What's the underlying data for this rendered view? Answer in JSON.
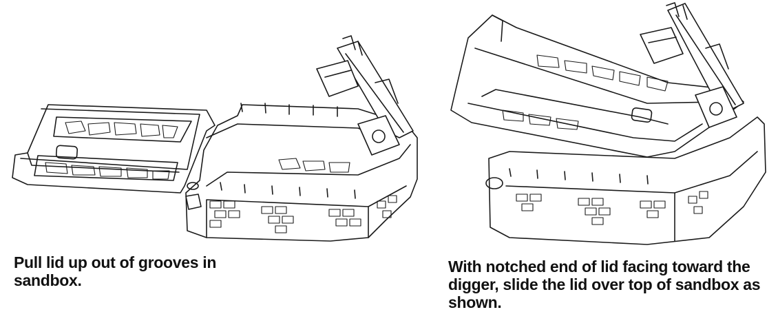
{
  "step_left": {
    "caption": "Pull lid up out of grooves in sandbox."
  },
  "step_right": {
    "caption": "With notched end of lid facing toward the digger, slide the lid over top of sandbox as shown."
  },
  "illustrations": {
    "left": "sandbox-with-lid-removed-illustration",
    "right": "sandbox-with-lid-slid-on-illustration"
  }
}
